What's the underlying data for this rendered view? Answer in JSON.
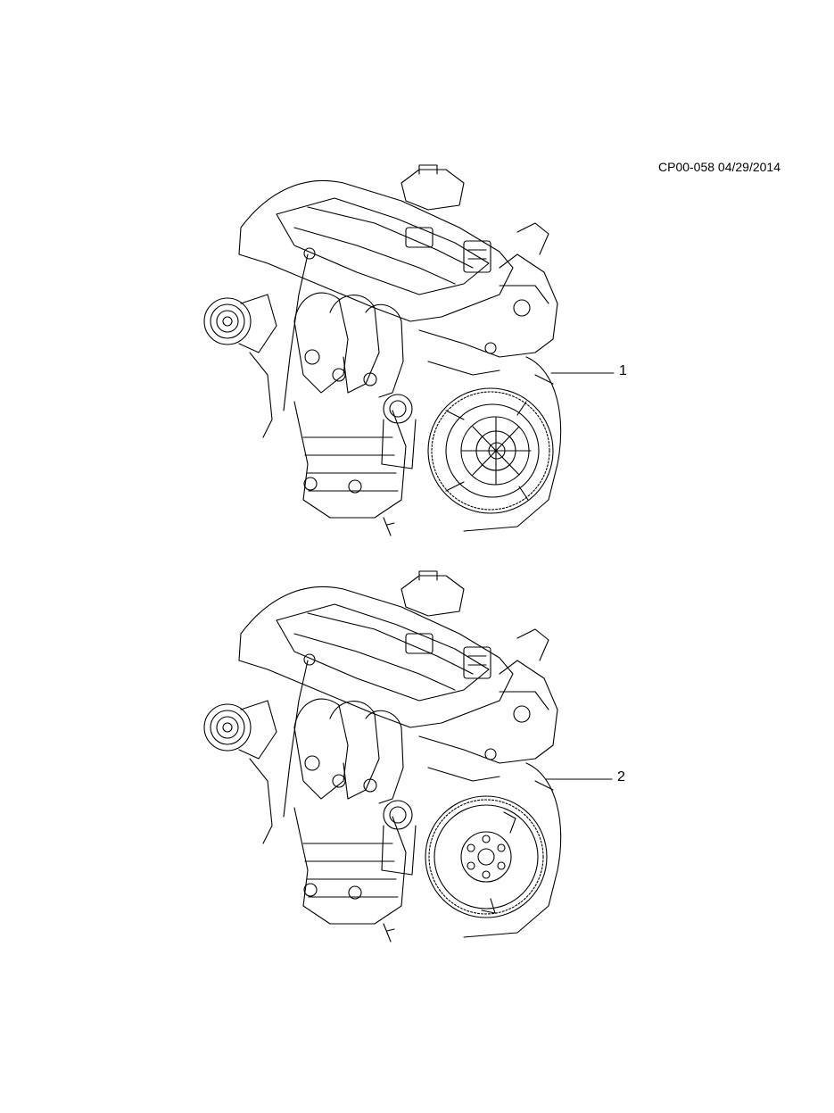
{
  "reference": "CP00-058 04/29/2014",
  "callouts": [
    {
      "number": "1"
    },
    {
      "number": "2"
    }
  ]
}
